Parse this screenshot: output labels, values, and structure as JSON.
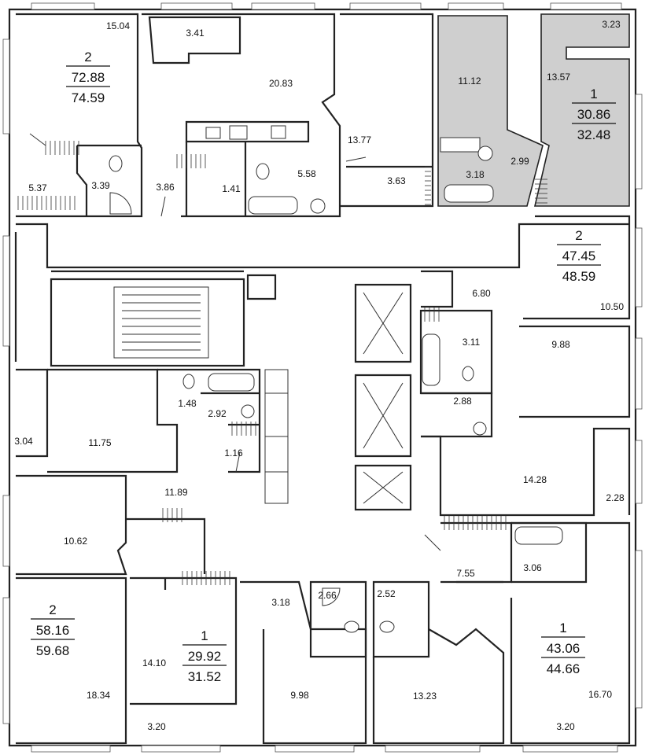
{
  "room_areas": [
    {
      "id": "r1504",
      "text": "15.04"
    },
    {
      "id": "r341",
      "text": "3.41"
    },
    {
      "id": "r2083",
      "text": "20.83"
    },
    {
      "id": "r1112",
      "text": "11.12"
    },
    {
      "id": "r323",
      "text": "3.23"
    },
    {
      "id": "r1357",
      "text": "13.57"
    },
    {
      "id": "r1377",
      "text": "13.77"
    },
    {
      "id": "r558",
      "text": "5.58"
    },
    {
      "id": "r537",
      "text": "5.37"
    },
    {
      "id": "r339",
      "text": "3.39"
    },
    {
      "id": "r386",
      "text": "3.86"
    },
    {
      "id": "r141",
      "text": "1.41"
    },
    {
      "id": "r363",
      "text": "3.63"
    },
    {
      "id": "r318a",
      "text": "3.18"
    },
    {
      "id": "r299",
      "text": "2.99"
    },
    {
      "id": "r680",
      "text": "6.80"
    },
    {
      "id": "r1050",
      "text": "10.50"
    },
    {
      "id": "r311",
      "text": "3.11"
    },
    {
      "id": "r988",
      "text": "9.88"
    },
    {
      "id": "r288",
      "text": "2.88"
    },
    {
      "id": "r304",
      "text": "3.04"
    },
    {
      "id": "r1175",
      "text": "11.75"
    },
    {
      "id": "r148",
      "text": "1.48"
    },
    {
      "id": "r292",
      "text": "2.92"
    },
    {
      "id": "r116",
      "text": "1.16"
    },
    {
      "id": "r1428",
      "text": "14.28"
    },
    {
      "id": "r228",
      "text": "2.28"
    },
    {
      "id": "r1189",
      "text": "11.89"
    },
    {
      "id": "r1062",
      "text": "10.62"
    },
    {
      "id": "r306",
      "text": "3.06"
    },
    {
      "id": "r755",
      "text": "7.55"
    },
    {
      "id": "r318b",
      "text": "3.18"
    },
    {
      "id": "r266",
      "text": "2.66"
    },
    {
      "id": "r252",
      "text": "2.52"
    },
    {
      "id": "r1410",
      "text": "14.10"
    },
    {
      "id": "r1834",
      "text": "18.34"
    },
    {
      "id": "r998",
      "text": "9.98"
    },
    {
      "id": "r1323",
      "text": "13.23"
    },
    {
      "id": "r1670",
      "text": "16.70"
    },
    {
      "id": "r320a",
      "text": "3.20"
    },
    {
      "id": "r320b",
      "text": "3.20"
    }
  ],
  "apartments": [
    {
      "id": "apt-nw",
      "rooms": "2",
      "living_area": "72.88",
      "total_area": "74.59"
    },
    {
      "id": "apt-ne-highlighted",
      "rooms": "1",
      "living_area": "30.86",
      "total_area": "32.48",
      "highlighted": true
    },
    {
      "id": "apt-e",
      "rooms": "2",
      "living_area": "47.45",
      "total_area": "48.59"
    },
    {
      "id": "apt-sw",
      "rooms": "2",
      "living_area": "58.16",
      "total_area": "59.68"
    },
    {
      "id": "apt-s-center",
      "rooms": "1",
      "living_area": "29.92",
      "total_area": "31.52"
    },
    {
      "id": "apt-se",
      "rooms": "1",
      "living_area": "43.06",
      "total_area": "44.66"
    }
  ],
  "colors": {
    "highlight": "#cfcfcf",
    "walls": "#222222",
    "background": "#ffffff"
  }
}
